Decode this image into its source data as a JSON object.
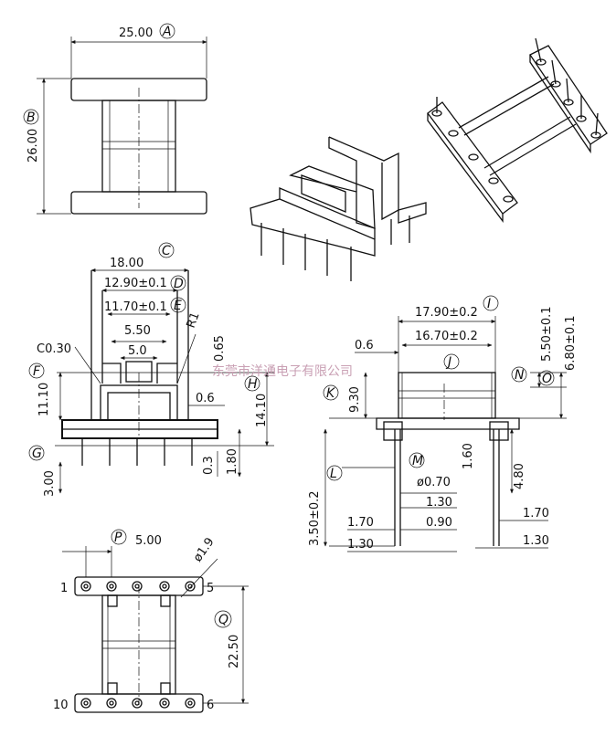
{
  "dimensions": {
    "top_width": "25.00",
    "top_height": "26.00",
    "front_width": "18.00",
    "front_inner_width": "12.90±0.1",
    "front_inner_width2": "11.70±0.1",
    "front_slot_outer": "5.50",
    "front_slot_inner": "5.0",
    "chamfer": "C0.30",
    "radius": "R1",
    "front_wall": "0.65",
    "front_height_inner": "11.10",
    "front_height_total": "14.10",
    "front_step": "0.6",
    "front_pin_len": "3.00",
    "front_small": "0.3",
    "front_flange": "1.80",
    "side_width": "17.90±0.2",
    "side_inner": "16.70±0.2",
    "side_offset": "0.6",
    "side_height_small": "5.50±0.1",
    "side_height": "6.80±0.1",
    "side_core_height": "9.30",
    "side_pin_dia": "ø0.70",
    "side_pin_gap1": "1.30",
    "side_pin_gap2": "1.70",
    "side_pin_gap3": "0.90",
    "side_pin_gap4": "1.30",
    "side_pin_len": "3.50±0.2",
    "side_post": "1.60",
    "side_post_len": "4.80",
    "side_right1": "1.70",
    "side_right2": "1.30",
    "bottom_pitch": "5.00",
    "bottom_hole": "ø1.9",
    "bottom_span": "22.50",
    "pin_1": "1",
    "pin_5": "5",
    "pin_6": "6",
    "pin_10": "10"
  },
  "labels": {
    "A": "A",
    "B": "B",
    "C": "C",
    "D": "D",
    "E": "E",
    "F": "F",
    "G": "G",
    "H": "H",
    "I": "I",
    "J": "J",
    "K": "K",
    "L": "L",
    "M": "M",
    "N": "N",
    "O": "O",
    "P": "P",
    "Q": "Q"
  },
  "watermark": "东莞市洋通电子有限公司"
}
